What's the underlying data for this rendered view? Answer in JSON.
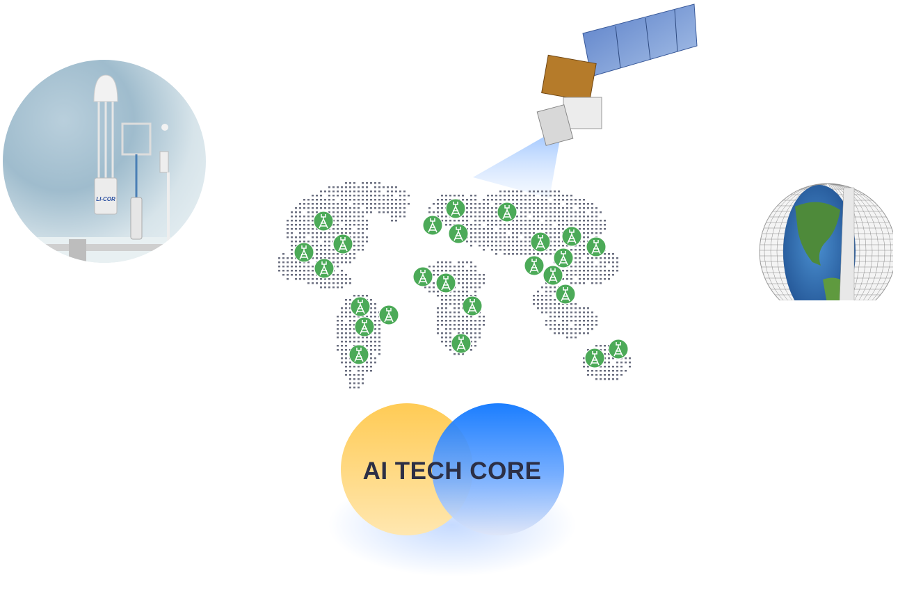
{
  "center": {
    "title": "AI TECH CORE"
  },
  "station_photo": {
    "logo_text": "LI-COR"
  },
  "colors": {
    "marker": "#4caa58",
    "dot": "#6b6f80",
    "yellow": "#ffcb55",
    "blue": "#0a74ff",
    "text": "#2c2f45"
  },
  "map": {
    "marker_icon": "weather-tower-icon",
    "marker_count": 25
  }
}
